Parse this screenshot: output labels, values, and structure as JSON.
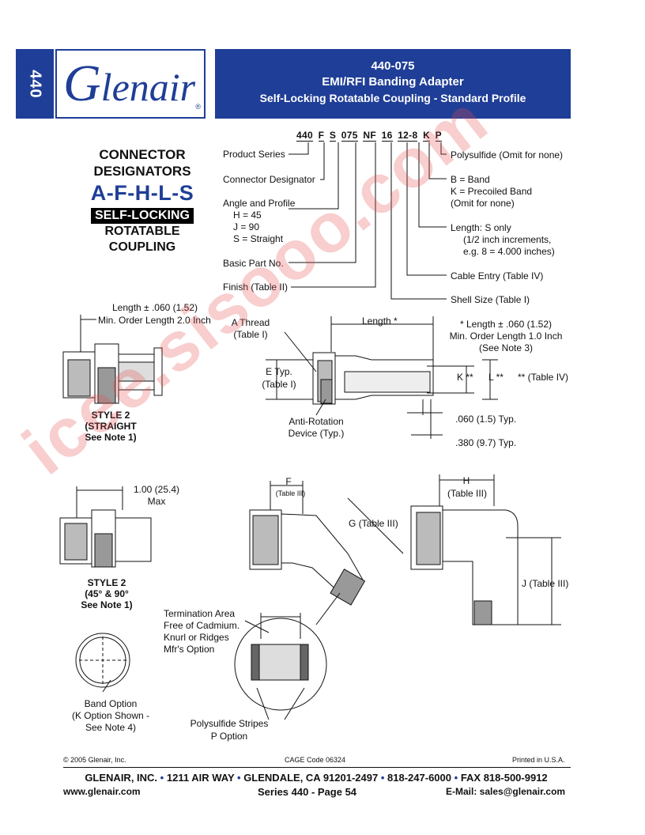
{
  "header": {
    "side_tab": "440",
    "logo_cap": "G",
    "logo_rest": "lenair",
    "logo_reg": "®",
    "part": "440-075",
    "title": "EMI/RFI Banding Adapter",
    "subtitle": "Self-Locking Rotatable Coupling - Standard Profile"
  },
  "designator": {
    "line1": "CONNECTOR",
    "line2": "DESIGNATORS",
    "codes": "A-F-H-L-S",
    "badge": "SELF-LOCKING",
    "line3": "ROTATABLE",
    "line4": "COUPLING"
  },
  "part_number": {
    "segments": [
      "440",
      "F",
      "S",
      "075",
      "NF",
      "16",
      "12-8",
      "K",
      "P"
    ]
  },
  "callouts_left": {
    "product_series": "Product Series",
    "connector_designator": "Connector Designator",
    "angle_profile": "Angle and Profile",
    "h": "H = 45",
    "j": "J = 90",
    "s": "S = Straight",
    "basic_part": "Basic Part No.",
    "finish": "Finish (Table II)"
  },
  "callouts_right": {
    "polysulfide": "Polysulfide (Omit for none)",
    "b_band": "B = Band",
    "k_band": "K = Precoiled Band",
    "omit": "(Omit for none)",
    "length_s": "Length: S only",
    "half_inch": "(1/2 inch increments,",
    "example": "e.g. 8 = 4.000 inches)",
    "cable_entry": "Cable Entry (Table IV)",
    "shell_size": "Shell Size (Table I)"
  },
  "style_straight": {
    "length": "Length ± .060 (1.52)",
    "min_order": "Min. Order Length 2.0 Inch",
    "label1": "STYLE 2",
    "label2": "(STRAIGHT",
    "label3": "See Note 1)"
  },
  "main_drawing": {
    "a_thread": "A Thread",
    "table_i": "(Table I)",
    "length": "Length *",
    "note_length": "* Length ± .060 (1.52)",
    "note_min": "Min. Order Length 1.0 Inch",
    "note_see": "(See Note 3)",
    "e_typ": "E Typ.",
    "e_table": "(Table I)",
    "k": "K **",
    "l": "L **",
    "table_iv": "** (Table IV)",
    "anti_rotation": "Anti-Rotation",
    "device": "Device (Typ.)",
    "dim_060": ".060 (1.5) Typ.",
    "dim_380": ".380 (9.7) Typ."
  },
  "style_angle": {
    "dim": "1.00 (25.4)",
    "max": "Max",
    "label1": "STYLE 2",
    "label2": "(45° & 90°",
    "label3": "See Note 1)"
  },
  "angle_drawing": {
    "f": "F",
    "f_table": "(Table III)",
    "g": "G (Table III)",
    "h": "H",
    "h_table": "(Table III)",
    "j": "J (Table III)"
  },
  "termination": {
    "line1": "Termination Area",
    "line2": "Free of Cadmium.",
    "line3": "Knurl or Ridges",
    "line4": "Mfr's Option"
  },
  "band_option": {
    "line1": "Band Option",
    "line2": "(K Option Shown -",
    "line3": "See Note 4)"
  },
  "polysulfide_stripes": {
    "line1": "Polysulfide Stripes",
    "line2": "P Option"
  },
  "footer": {
    "copyright": "© 2005 Glenair, Inc.",
    "cage": "CAGE Code 06324",
    "printed": "Printed in U.S.A.",
    "company": "GLENAIR, INC.",
    "address": "1211 AIR WAY",
    "city": "GLENDALE, CA 91201-2497",
    "phone": "818-247-6000",
    "fax": "FAX 818-500-9912",
    "web": "www.glenair.com",
    "page": "Series 440 - Page 54",
    "email": "E-Mail: sales@glenair.com",
    "bullet": "•"
  },
  "watermark": "icee.sisooo.com",
  "colors": {
    "brand_blue": "#1f3e97",
    "watermark": "#e65050"
  }
}
